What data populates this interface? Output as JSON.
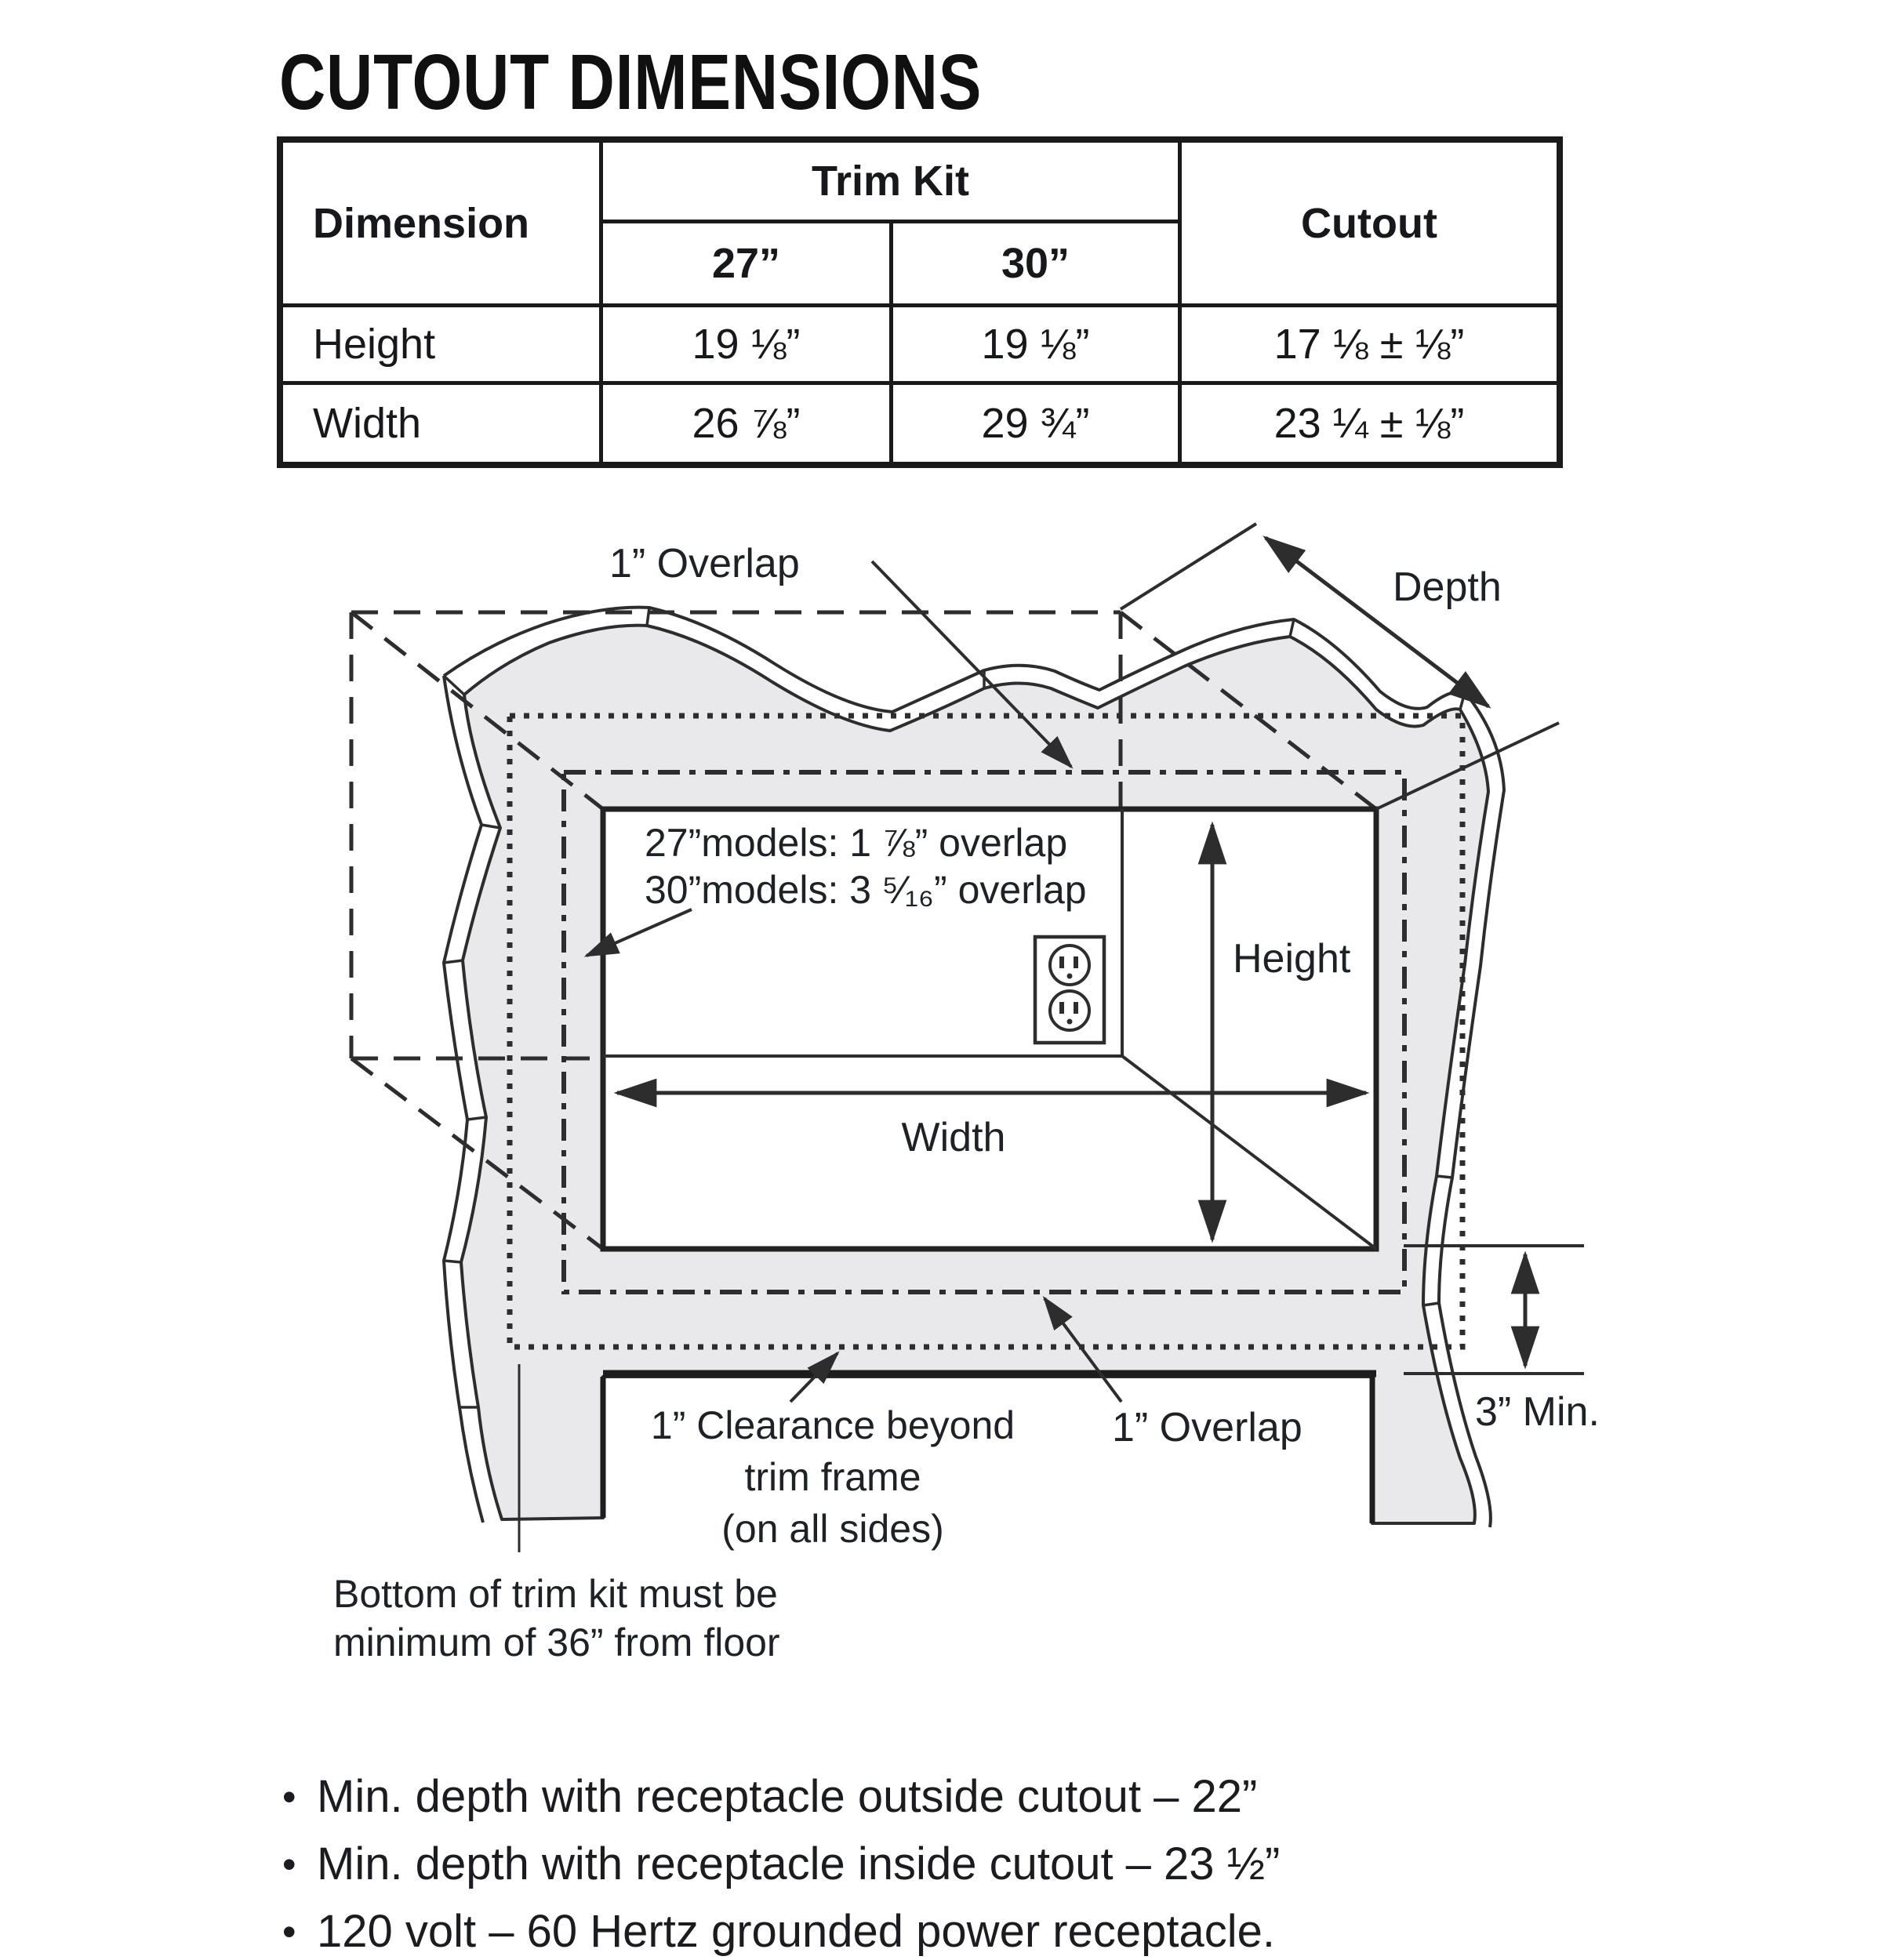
{
  "page": {
    "title": "CUTOUT DIMENSIONS"
  },
  "table": {
    "headers": {
      "dimension": "Dimension",
      "trim_kit": "Trim Kit",
      "col_27": "27”",
      "col_30": "30”",
      "cutout": "Cutout"
    },
    "rows": [
      {
        "label": "Height",
        "trim_27": "19 ⅛”",
        "trim_30": "19 ⅛”",
        "cutout": "17 ⅛ ± ⅛”"
      },
      {
        "label": "Width",
        "trim_27": "26 ⅞”",
        "trim_30": "29 ¾”",
        "cutout": "23 ¼ ± ⅛”"
      }
    ]
  },
  "diagram": {
    "overlap_top": "1” Overlap",
    "depth": "Depth",
    "models_27": "27”models: 1 ⅞” overlap",
    "models_30": "30”models: 3 ⁵⁄₁₆” overlap",
    "height": "Height",
    "width": "Width",
    "clearance_line1": "1” Clearance beyond",
    "clearance_line2": "trim frame",
    "clearance_line3": "(on all sides)",
    "overlap_bottom": "1” Overlap",
    "min3": "3” Min.",
    "bottom_note_line1": "Bottom of trim kit must be",
    "bottom_note_line2": "minimum of 36” from floor"
  },
  "notes": [
    "Min. depth with receptacle outside cutout – 22”",
    "Min. depth with receptacle inside cutout – 23 ½”",
    "120 volt – 60 Hertz grounded power receptacle."
  ],
  "colors": {
    "wall_gray": "#e9e9eb",
    "line": "#2d2d2d",
    "text": "#1c1c1c"
  }
}
